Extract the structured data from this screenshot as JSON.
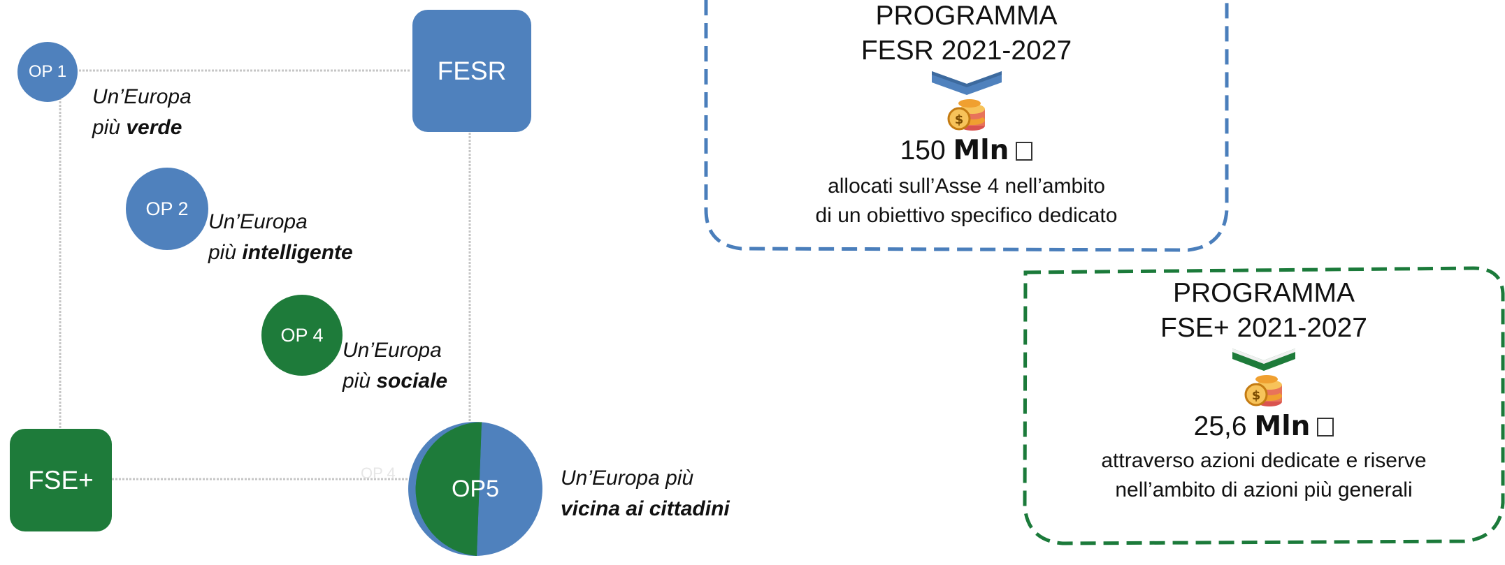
{
  "colors": {
    "blue": "#4f81bd",
    "green": "#1e7b3a",
    "blue_dash": "#4a7ebb",
    "green_dash": "#1b7a3a",
    "connector": "#bfbfbf"
  },
  "nodes": {
    "fesr": "FESR",
    "fse": "FSE+",
    "op1": "OP 1",
    "op2": "OP 2",
    "op4": "OP 4",
    "op5": "OP5"
  },
  "captions": {
    "op1": {
      "line1": "Un’Europa",
      "line2_prefix": "più ",
      "line2_bold": "verde"
    },
    "op2": {
      "line1": "Un’Europa",
      "line2_prefix": "più ",
      "line2_bold": "intelligente"
    },
    "op4": {
      "line1": "Un’Europa",
      "line2_prefix": "più ",
      "line2_bold": "sociale"
    },
    "op5": {
      "line1": "Un’Europa più",
      "line2_bold": "vicina ai cittadini"
    }
  },
  "op5_faint_label": "OP 4",
  "programs": {
    "fesr": {
      "title_line1": "PROGRAMMA",
      "title_line2": "FESR 2021-2027",
      "amount": "150",
      "unit": "Mln",
      "desc_line1": "allocati sull’Asse 4 nell’ambito",
      "desc_line2": "di un obiettivo specifico dedicato",
      "coins_icon": "coins-icon",
      "chevron_icon": "chevron-down-icon"
    },
    "fse": {
      "title_line1": "PROGRAMMA",
      "title_line2": "FSE+ 2021-2027",
      "amount": "25,6",
      "unit": "Mln",
      "desc_line1": "attraverso azioni dedicate e riserve",
      "desc_line2": "nell’ambito di azioni più generali",
      "coins_icon": "coins-icon",
      "chevron_icon": "chevron-down-icon"
    }
  }
}
